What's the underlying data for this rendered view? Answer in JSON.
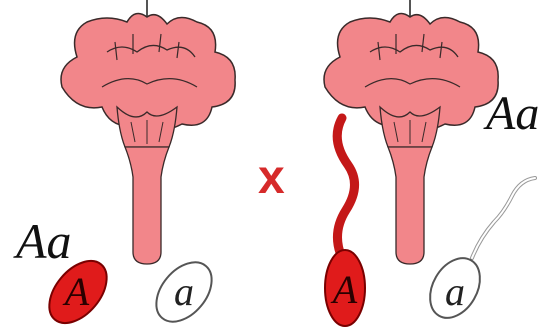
{
  "cross_symbol": "x",
  "left_parent": {
    "genotype": "Aa"
  },
  "right_parent": {
    "genotype": "Aa"
  },
  "gametes": [
    {
      "allele": "A",
      "color": "#e01b1b"
    },
    {
      "allele": "a",
      "color": "#ffffff"
    },
    {
      "allele": "A",
      "color": "#e01b1b"
    },
    {
      "allele": "a",
      "color": "#ffffff"
    }
  ],
  "colors": {
    "flower_fill": "#f2868a",
    "flower_stroke": "#3a2a2a",
    "dominant": "#e01b1b",
    "recessive": "#ffffff"
  }
}
